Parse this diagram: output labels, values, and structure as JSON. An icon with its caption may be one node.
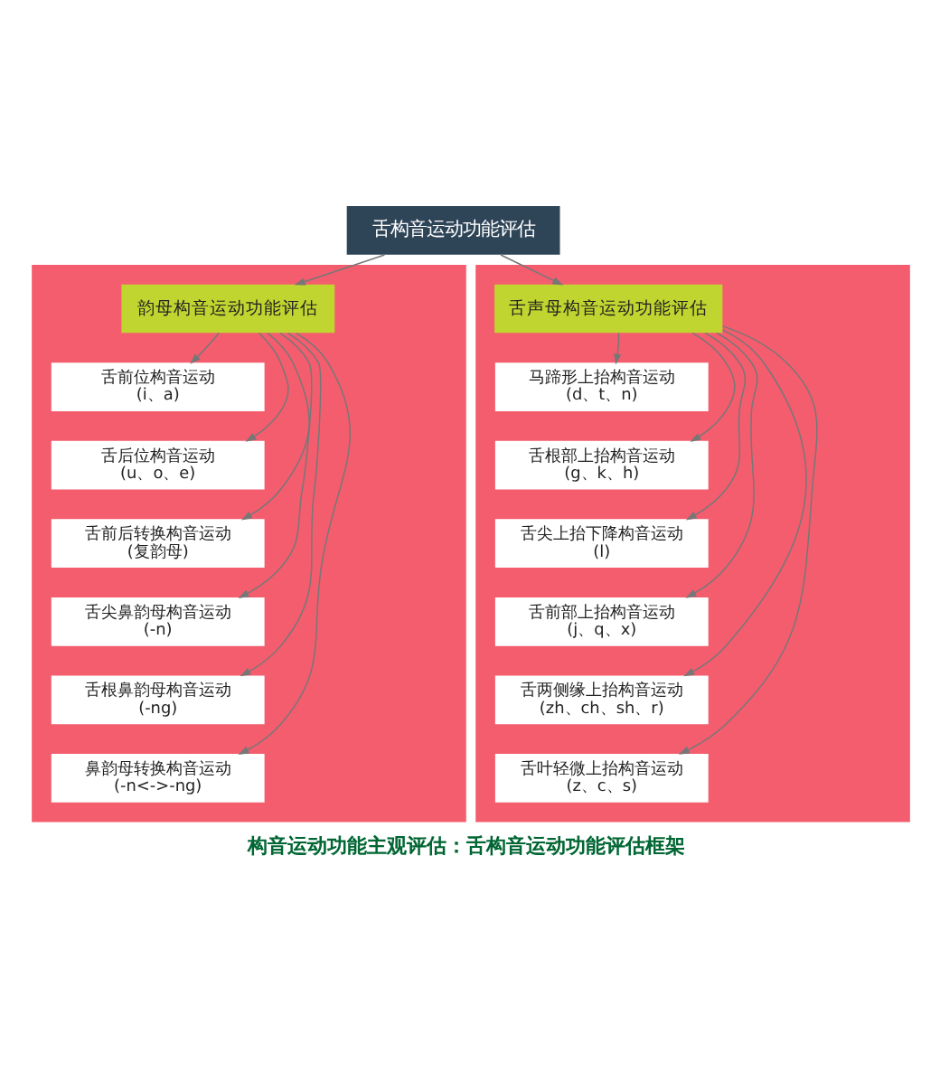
{
  "diagram": {
    "caption": "构音运动功能主观评估：舌构音运动功能评估框架",
    "nodes": [
      {
        "text": [
          "舌构音运动功能评估"
        ]
      },
      {
        "text": [],
        "shape": "box"
      },
      {
        "text": [
          "韵母构音运动功能评估"
        ],
        "in": 1
      },
      {
        "text": [
          "舌前位构音运动",
          "(i、a)"
        ],
        "in": 1
      },
      {
        "text": [
          "舌后位构音运动",
          "(u、o、e)"
        ],
        "in": 1
      },
      {
        "text": [
          "舌前后转换构音运动",
          "(复韵母)"
        ],
        "in": 1
      },
      {
        "text": [
          "舌尖鼻韵母构音运动",
          "(-n)"
        ],
        "in": 1
      },
      {
        "text": [
          "舌根鼻韵母构音运动",
          "(-ng)"
        ],
        "in": 1
      },
      {
        "text": [
          "鼻韵母转换构音运动",
          "(-n<->-ng)"
        ],
        "in": 1
      },
      {
        "text": [],
        "shape": "box"
      },
      {
        "text": [
          "舌声母构音运动功能评估"
        ],
        "in": 9
      },
      {
        "text": [
          "马蹄形上抬构音运动",
          "(d、t、n)"
        ],
        "in": 9
      },
      {
        "text": [
          "舌根部上抬构音运动",
          "(g、k、h)"
        ],
        "in": 9
      },
      {
        "text": [
          "舌尖上抬下降构音运动",
          "(l)"
        ],
        "in": 9
      },
      {
        "text": [
          "舌前部上抬构音运动",
          "(j、q、x)"
        ],
        "in": 9
      },
      {
        "text": [
          "舌两侧缘上抬构音运动",
          "(zh、ch、sh、r)"
        ],
        "in": 9
      },
      {
        "text": [
          "舌叶轻微上抬构音运动",
          "(z、c、s)"
        ],
        "in": 9
      }
    ],
    "edges": [
      {
        "from": 0,
        "to": 2,
        "arrow": "to"
      },
      {
        "from": 0,
        "to": 10,
        "arrow": "to"
      },
      {
        "from": 2,
        "to": 3,
        "arrow": "to"
      },
      {
        "from": 2,
        "to": 4,
        "arrow": "to"
      },
      {
        "from": 2,
        "to": 5,
        "arrow": "to"
      },
      {
        "from": 2,
        "to": 6,
        "arrow": "to"
      },
      {
        "from": 2,
        "to": 7,
        "arrow": "to"
      },
      {
        "from": 2,
        "to": 8,
        "arrow": "to"
      },
      {
        "from": 10,
        "to": 11,
        "arrow": "to"
      },
      {
        "from": 10,
        "to": 12,
        "arrow": "to"
      },
      {
        "from": 10,
        "to": 13,
        "arrow": "to"
      },
      {
        "from": 10,
        "to": 14,
        "arrow": "to"
      },
      {
        "from": 10,
        "to": 15,
        "arrow": "to"
      },
      {
        "from": 10,
        "to": 16,
        "arrow": "to"
      }
    ]
  }
}
